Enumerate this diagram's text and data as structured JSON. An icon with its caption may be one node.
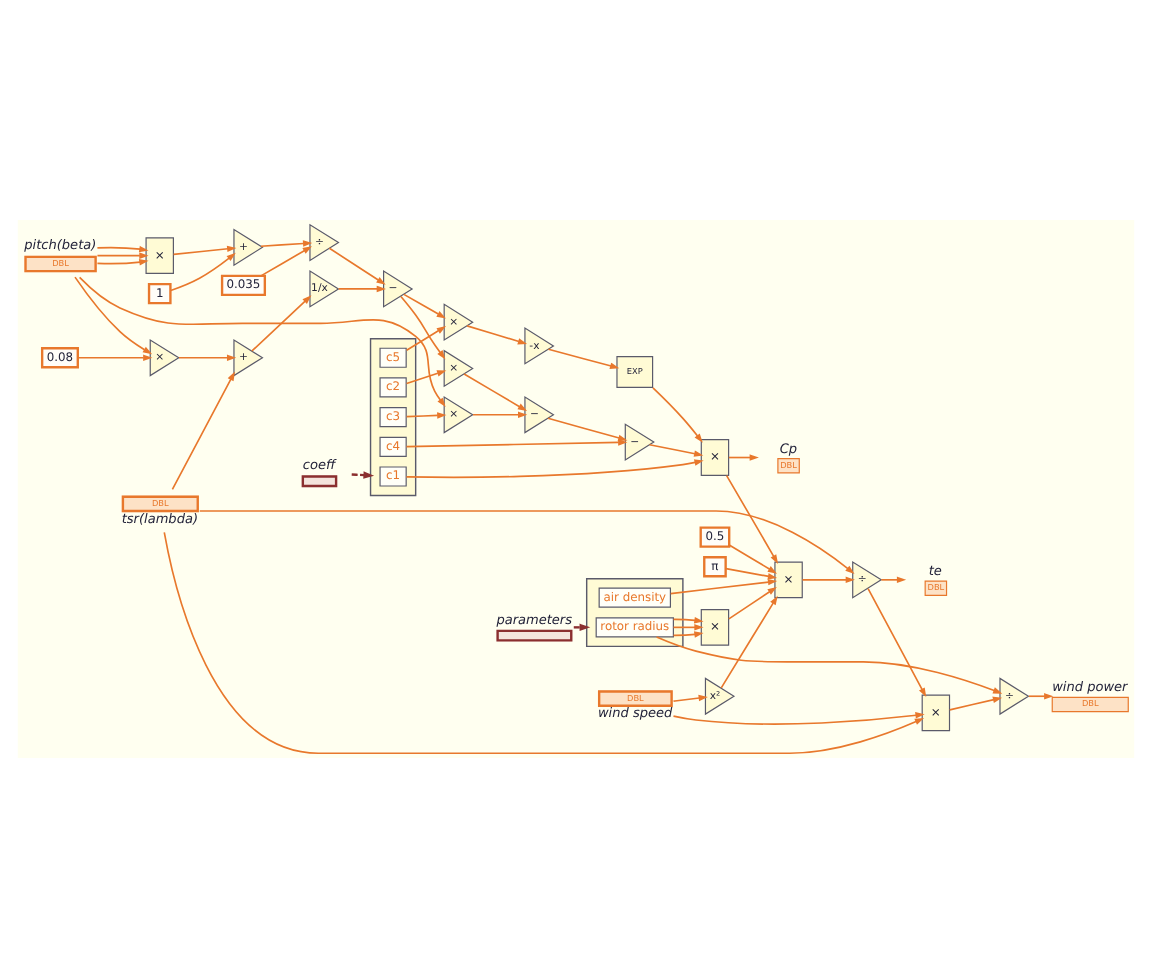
{
  "diagram": {
    "nodes": [
      {
        "text": [
          "coeff"
        ]
      },
      {
        "text": [],
        "shape": "box"
      },
      {
        "text": [
          "c1"
        ],
        "in": 1
      },
      {
        "text": [
          "c2"
        ],
        "in": 1
      },
      {
        "text": [
          "c3"
        ],
        "in": 1
      },
      {
        "text": [
          "c4"
        ],
        "in": 1
      },
      {
        "text": [
          "c5"
        ],
        "in": 1
      },
      {
        "text": [
          "Cp",
          "DBL"
        ]
      },
      {
        "text": [
          "×"
        ]
      },
      {
        "text": [
          "×"
        ]
      },
      {
        "text": [
          "−"
        ]
      },
      {
        "text": [
          "−"
        ]
      },
      {
        "text": [
          "×"
        ]
      },
      {
        "text": [
          "×"
        ]
      },
      {
        "text": [
          "-x"
        ]
      },
      {
        "text": [
          "EXP"
        ]
      },
      {
        "text": [
          "pitch(beta)",
          "DBL"
        ]
      },
      {
        "text": [
          "×"
        ]
      },
      {
        "text": [
          "0.08"
        ]
      },
      {
        "text": [
          "+"
        ]
      },
      {
        "text": [
          "1/x"
        ]
      },
      {
        "text": [
          "−"
        ]
      },
      {
        "text": [
          "0.035"
        ]
      },
      {
        "text": [
          "÷"
        ]
      },
      {
        "text": [
          "×"
        ]
      },
      {
        "text": [
          "1"
        ]
      },
      {
        "text": [
          "+"
        ]
      },
      {
        "text": [
          "DBL",
          "tsr(lambda)"
        ]
      },
      {
        "text": [
          "0.5"
        ]
      },
      {
        "text": [
          "×"
        ]
      },
      {
        "text": [
          "parameters"
        ]
      },
      {
        "text": [],
        "shape": "box"
      },
      {
        "text": [
          "rotor radius"
        ],
        "in": 31
      },
      {
        "text": [
          "air density"
        ],
        "in": 31
      },
      {
        "text": [
          "×"
        ]
      },
      {
        "text": [
          "÷"
        ]
      },
      {
        "text": [
          "π"
        ]
      },
      {
        "text": [
          "te",
          "DBL"
        ]
      },
      {
        "text": [
          "DBL",
          "wind speed"
        ]
      },
      {
        "text": [
          "x²"
        ]
      },
      {
        "text": [
          "wind power",
          "DBL"
        ]
      },
      {
        "text": [
          "×"
        ]
      },
      {
        "text": [
          "÷"
        ]
      }
    ],
    "edges": [
      {
        "from": 0,
        "to": 1,
        "arrow": "to",
        "style": "dashed",
        "color": "#8b2f2f"
      },
      {
        "from": 2,
        "to": 8,
        "arrow": "to"
      },
      {
        "from": 3,
        "to": 9,
        "arrow": "to"
      },
      {
        "from": 4,
        "to": 12,
        "arrow": "to"
      },
      {
        "from": 16,
        "to": 12,
        "arrow": "to"
      },
      {
        "from": 9,
        "to": 10,
        "arrow": "to"
      },
      {
        "from": 12,
        "to": 10,
        "arrow": "to"
      },
      {
        "from": 10,
        "to": 11,
        "arrow": "to"
      },
      {
        "from": 5,
        "to": 11,
        "arrow": "to"
      },
      {
        "from": 11,
        "to": 8,
        "arrow": "to"
      },
      {
        "from": 21,
        "to": 9,
        "arrow": "to"
      },
      {
        "from": 6,
        "to": 13,
        "arrow": "to"
      },
      {
        "from": 21,
        "to": 13,
        "arrow": "to"
      },
      {
        "from": 13,
        "to": 14,
        "arrow": "to"
      },
      {
        "from": 14,
        "to": 15,
        "arrow": "to"
      },
      {
        "from": 15,
        "to": 8,
        "arrow": "to"
      },
      {
        "from": 8,
        "to": 7,
        "arrow": "to"
      },
      {
        "from": 16,
        "to": 17,
        "arrow": "to"
      },
      {
        "from": 18,
        "to": 17,
        "arrow": "to"
      },
      {
        "from": 17,
        "to": 19,
        "arrow": "to"
      },
      {
        "from": 27,
        "to": 19,
        "arrow": "to"
      },
      {
        "from": 19,
        "to": 20,
        "arrow": "to"
      },
      {
        "from": 20,
        "to": 21,
        "arrow": "to"
      },
      {
        "from": 16,
        "to": 24,
        "arrow": "to"
      },
      {
        "from": 16,
        "to": 24,
        "arrow": "to"
      },
      {
        "from": 16,
        "to": 24,
        "arrow": "to"
      },
      {
        "from": 24,
        "to": 26,
        "arrow": "to"
      },
      {
        "from": 25,
        "to": 26,
        "arrow": "to"
      },
      {
        "from": 22,
        "to": 23,
        "arrow": "to"
      },
      {
        "from": 26,
        "to": 23,
        "arrow": "to"
      },
      {
        "from": 23,
        "to": 21,
        "arrow": "to"
      },
      {
        "from": 28,
        "to": 29,
        "arrow": "to"
      },
      {
        "from": 33,
        "to": 29,
        "arrow": "to"
      },
      {
        "from": 34,
        "to": 29,
        "arrow": "to"
      },
      {
        "from": 36,
        "to": 29,
        "arrow": "to"
      },
      {
        "from": 39,
        "to": 29,
        "arrow": "to"
      },
      {
        "from": 8,
        "to": 29,
        "arrow": "to"
      },
      {
        "from": 30,
        "to": 31,
        "arrow": "to",
        "style": "dashed",
        "color": "#8b2f2f"
      },
      {
        "from": 32,
        "to": 34,
        "arrow": "to"
      },
      {
        "from": 32,
        "to": 34,
        "arrow": "to"
      },
      {
        "from": 32,
        "to": 34,
        "arrow": "to"
      },
      {
        "from": 32,
        "to": 42,
        "arrow": "to"
      },
      {
        "from": 29,
        "to": 35,
        "arrow": "to"
      },
      {
        "from": 27,
        "to": 35,
        "arrow": "to"
      },
      {
        "from": 35,
        "to": 37,
        "arrow": "to"
      },
      {
        "from": 35,
        "to": 41,
        "arrow": "to"
      },
      {
        "from": 38,
        "to": 39,
        "arrow": "to"
      },
      {
        "from": 38,
        "to": 41,
        "arrow": "to"
      },
      {
        "from": 27,
        "to": 41,
        "arrow": "to"
      },
      {
        "from": 41,
        "to": 42,
        "arrow": "to"
      },
      {
        "from": 42,
        "to": 40,
        "arrow": "to"
      }
    ]
  }
}
